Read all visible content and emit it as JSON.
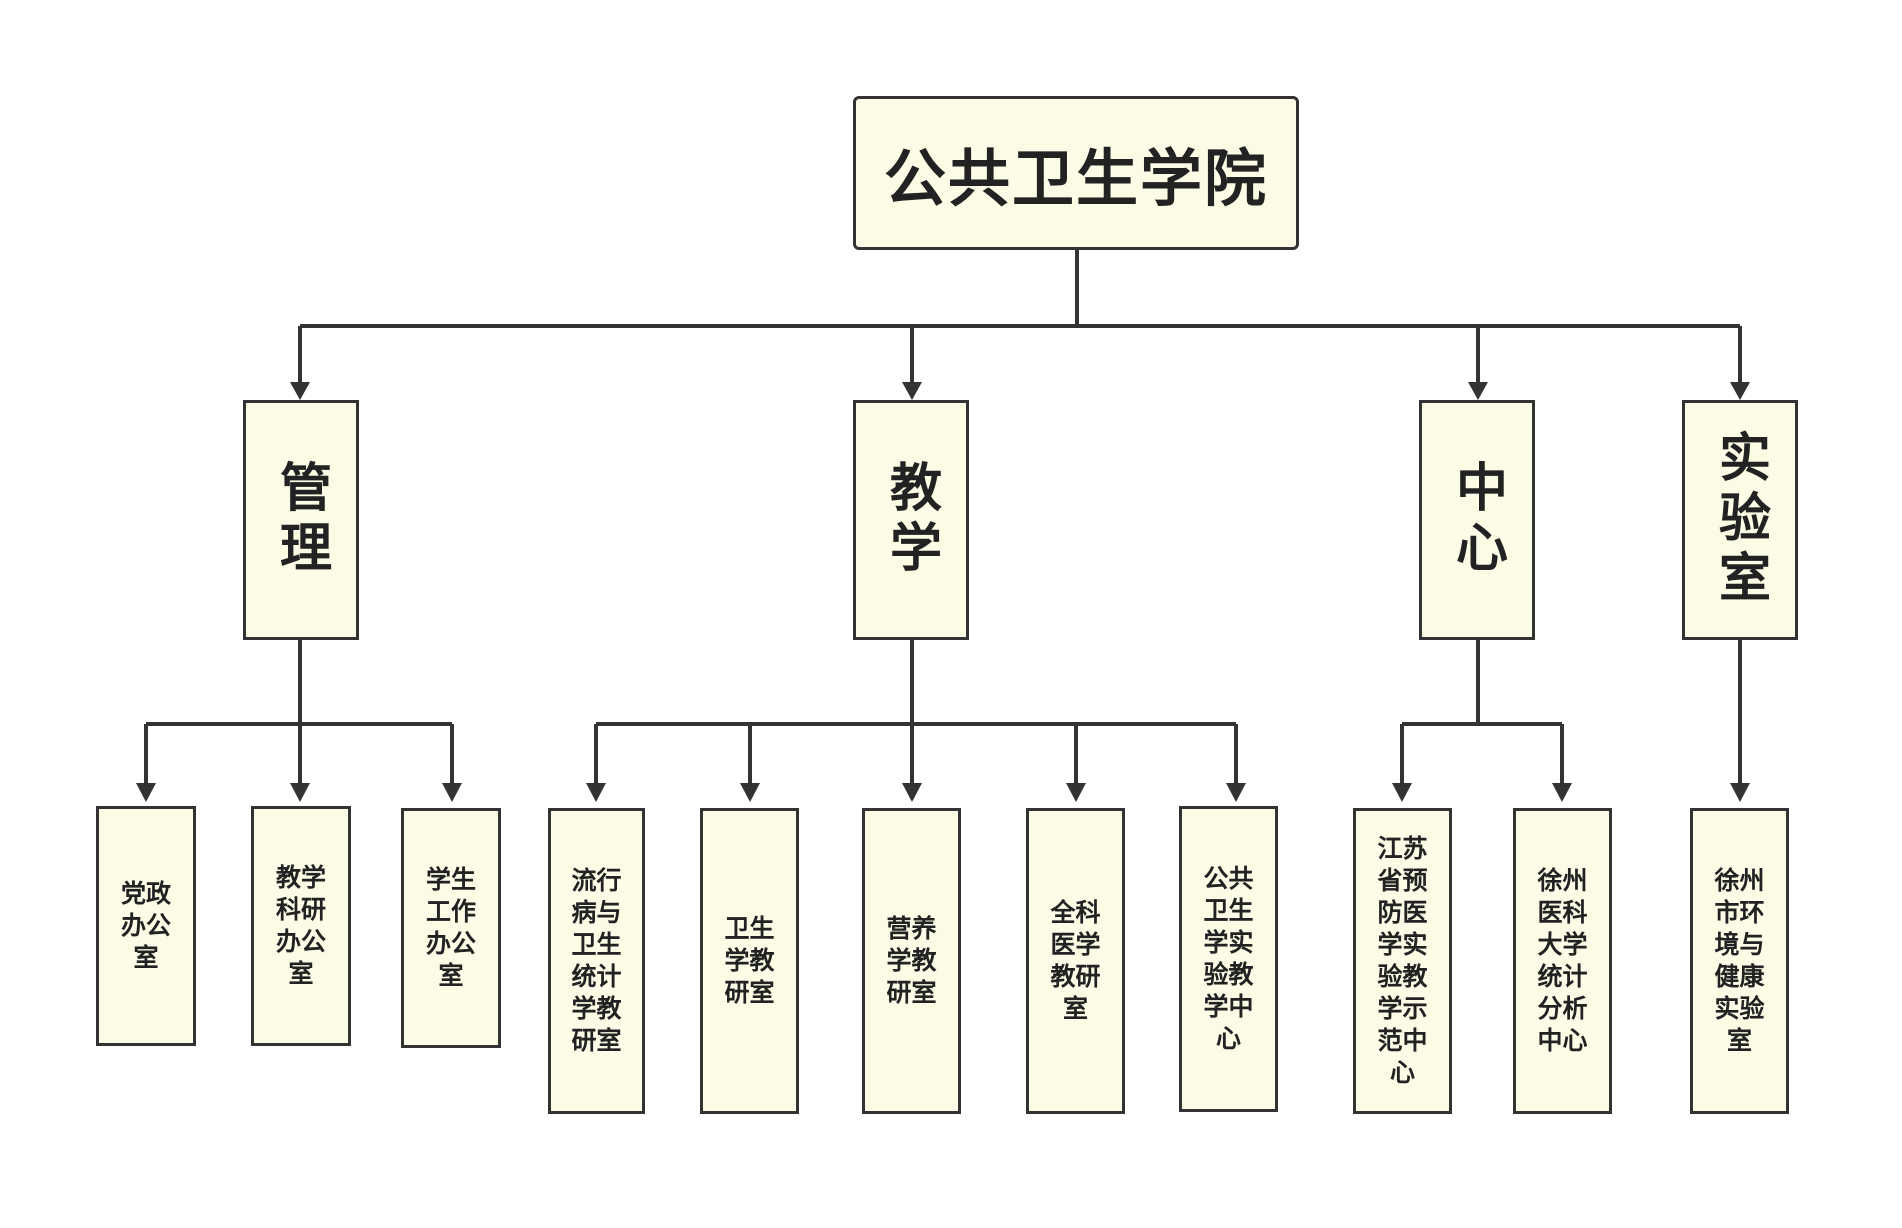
{
  "root": {
    "label": "公共卫生学院"
  },
  "categories": [
    {
      "label": "管理",
      "children": [
        "党政办公室",
        "教学科研办公室",
        "学生工作办公室"
      ]
    },
    {
      "label": "教学",
      "children": [
        "流行病与卫生统计学教研室",
        "卫生学教研室",
        "营养学教研室",
        "全科医学教研室",
        "公共卫生学实验教学中心"
      ]
    },
    {
      "label": "中心",
      "children": [
        "江苏省预防医学实验教学示范中心",
        "徐州医科大学统计分析中心"
      ]
    },
    {
      "label": "实验室",
      "children": [
        "徐州市环境与健康实验室"
      ]
    }
  ],
  "colors": {
    "box_fill": "#fbfbe6",
    "line": "#333333",
    "text": "#222222"
  }
}
